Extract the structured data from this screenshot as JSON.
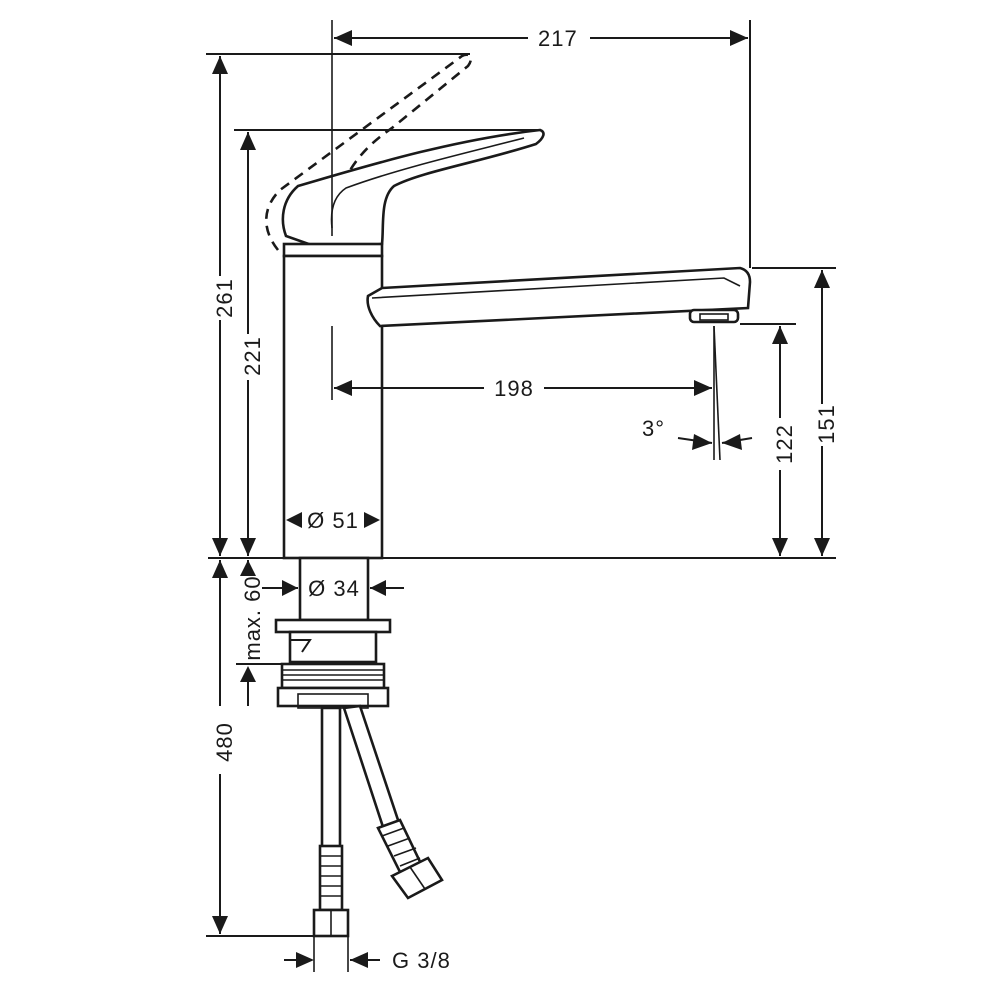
{
  "dimensions": {
    "outlet_reach": "217",
    "total_height_lever_open": "261",
    "total_height": "221",
    "spout_reach": "198",
    "spout_angle": "3°",
    "aerator_height": "122",
    "spout_height": "151",
    "body_diameter": "Ø 51",
    "shank_diameter": "Ø 34",
    "max_counter_thickness": "max. 60",
    "hose_length": "480",
    "connection_thread": "G 3/8"
  },
  "colors": {
    "line": "#1a1a1a",
    "background": "#ffffff"
  }
}
